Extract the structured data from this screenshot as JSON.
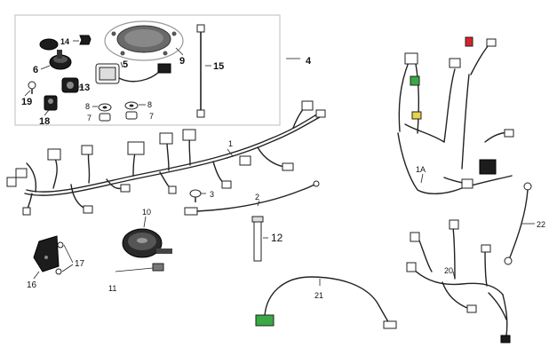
{
  "callouts": {
    "c1": "1",
    "c1a": "1A",
    "c2": "2",
    "c3": "3",
    "c4": "4",
    "c5": "5",
    "c6": "6",
    "c7a": "7",
    "c7b": "7",
    "c8a": "8",
    "c8b": "8",
    "c9": "9",
    "c10": "10",
    "c11": "11",
    "c12": "12",
    "c13": "13",
    "c14": "14",
    "c15": "15",
    "c16": "16",
    "c17": "17",
    "c18": "18",
    "c19": "19",
    "c20": "20",
    "c21": "21",
    "c22": "22"
  },
  "colors": {
    "line": "#222222",
    "box_border": "#c8c8c8",
    "red_connector": "#d8232a",
    "green_connector": "#3aa845",
    "yellow_connector": "#e8d24a"
  }
}
